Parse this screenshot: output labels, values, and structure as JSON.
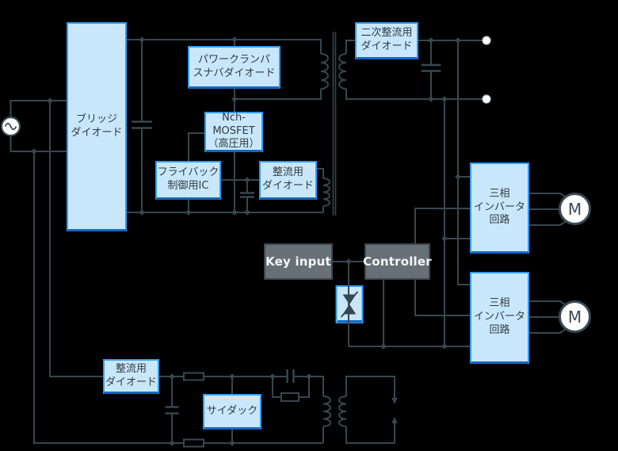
{
  "colors": {
    "background": "#000000",
    "wire": "#37474f",
    "component_fill": "#c9e7fa",
    "component_border": "#2f9df5",
    "component_border_shadow": "#1467c2",
    "control_fill": "#687077",
    "control_border": "#3f474d",
    "label_dark": "#333b43",
    "label_light": "#f4f6f7",
    "motor_fill": "#ffffff",
    "terminal_fill": "#ffffff"
  },
  "icons": {
    "ac_source": "sine-wave-circle",
    "tvs_protector": "bidirectional-zener",
    "spark_gap": "opposed-arrows",
    "transformer_winding": "coil",
    "junction": "diamond-dot"
  },
  "boxes": {
    "bridge_diode": {
      "lines": [
        "ブリッジ",
        "ダイオード"
      ]
    },
    "power_clamper_snubber_diode": {
      "lines": [
        "パワークランパ",
        "スナバダイオード"
      ]
    },
    "nch_mosfet": {
      "lines": [
        "Nch-",
        "MOSFET",
        "（高圧用）"
      ]
    },
    "flyback_control_ic": {
      "lines": [
        "フライバック",
        "制御用IC"
      ]
    },
    "rectifier_diode_top": {
      "lines": [
        "整流用",
        "ダイオード"
      ]
    },
    "secondary_rectifier_diode": {
      "lines": [
        "二次整流用",
        "ダイオード"
      ]
    },
    "inverter_1": {
      "lines": [
        "三相",
        "インバータ",
        "回路"
      ]
    },
    "inverter_2": {
      "lines": [
        "三相",
        "インバータ",
        "回路"
      ]
    },
    "rectifier_diode_bottom": {
      "lines": [
        "整流用",
        "ダイオード"
      ]
    },
    "sidac": {
      "lines": [
        "サイダック"
      ]
    },
    "key_input": {
      "lines": [
        "Key input"
      ]
    },
    "controller": {
      "lines": [
        "Controller"
      ]
    }
  },
  "motors": [
    {
      "label": "M"
    },
    {
      "label": "M"
    }
  ]
}
